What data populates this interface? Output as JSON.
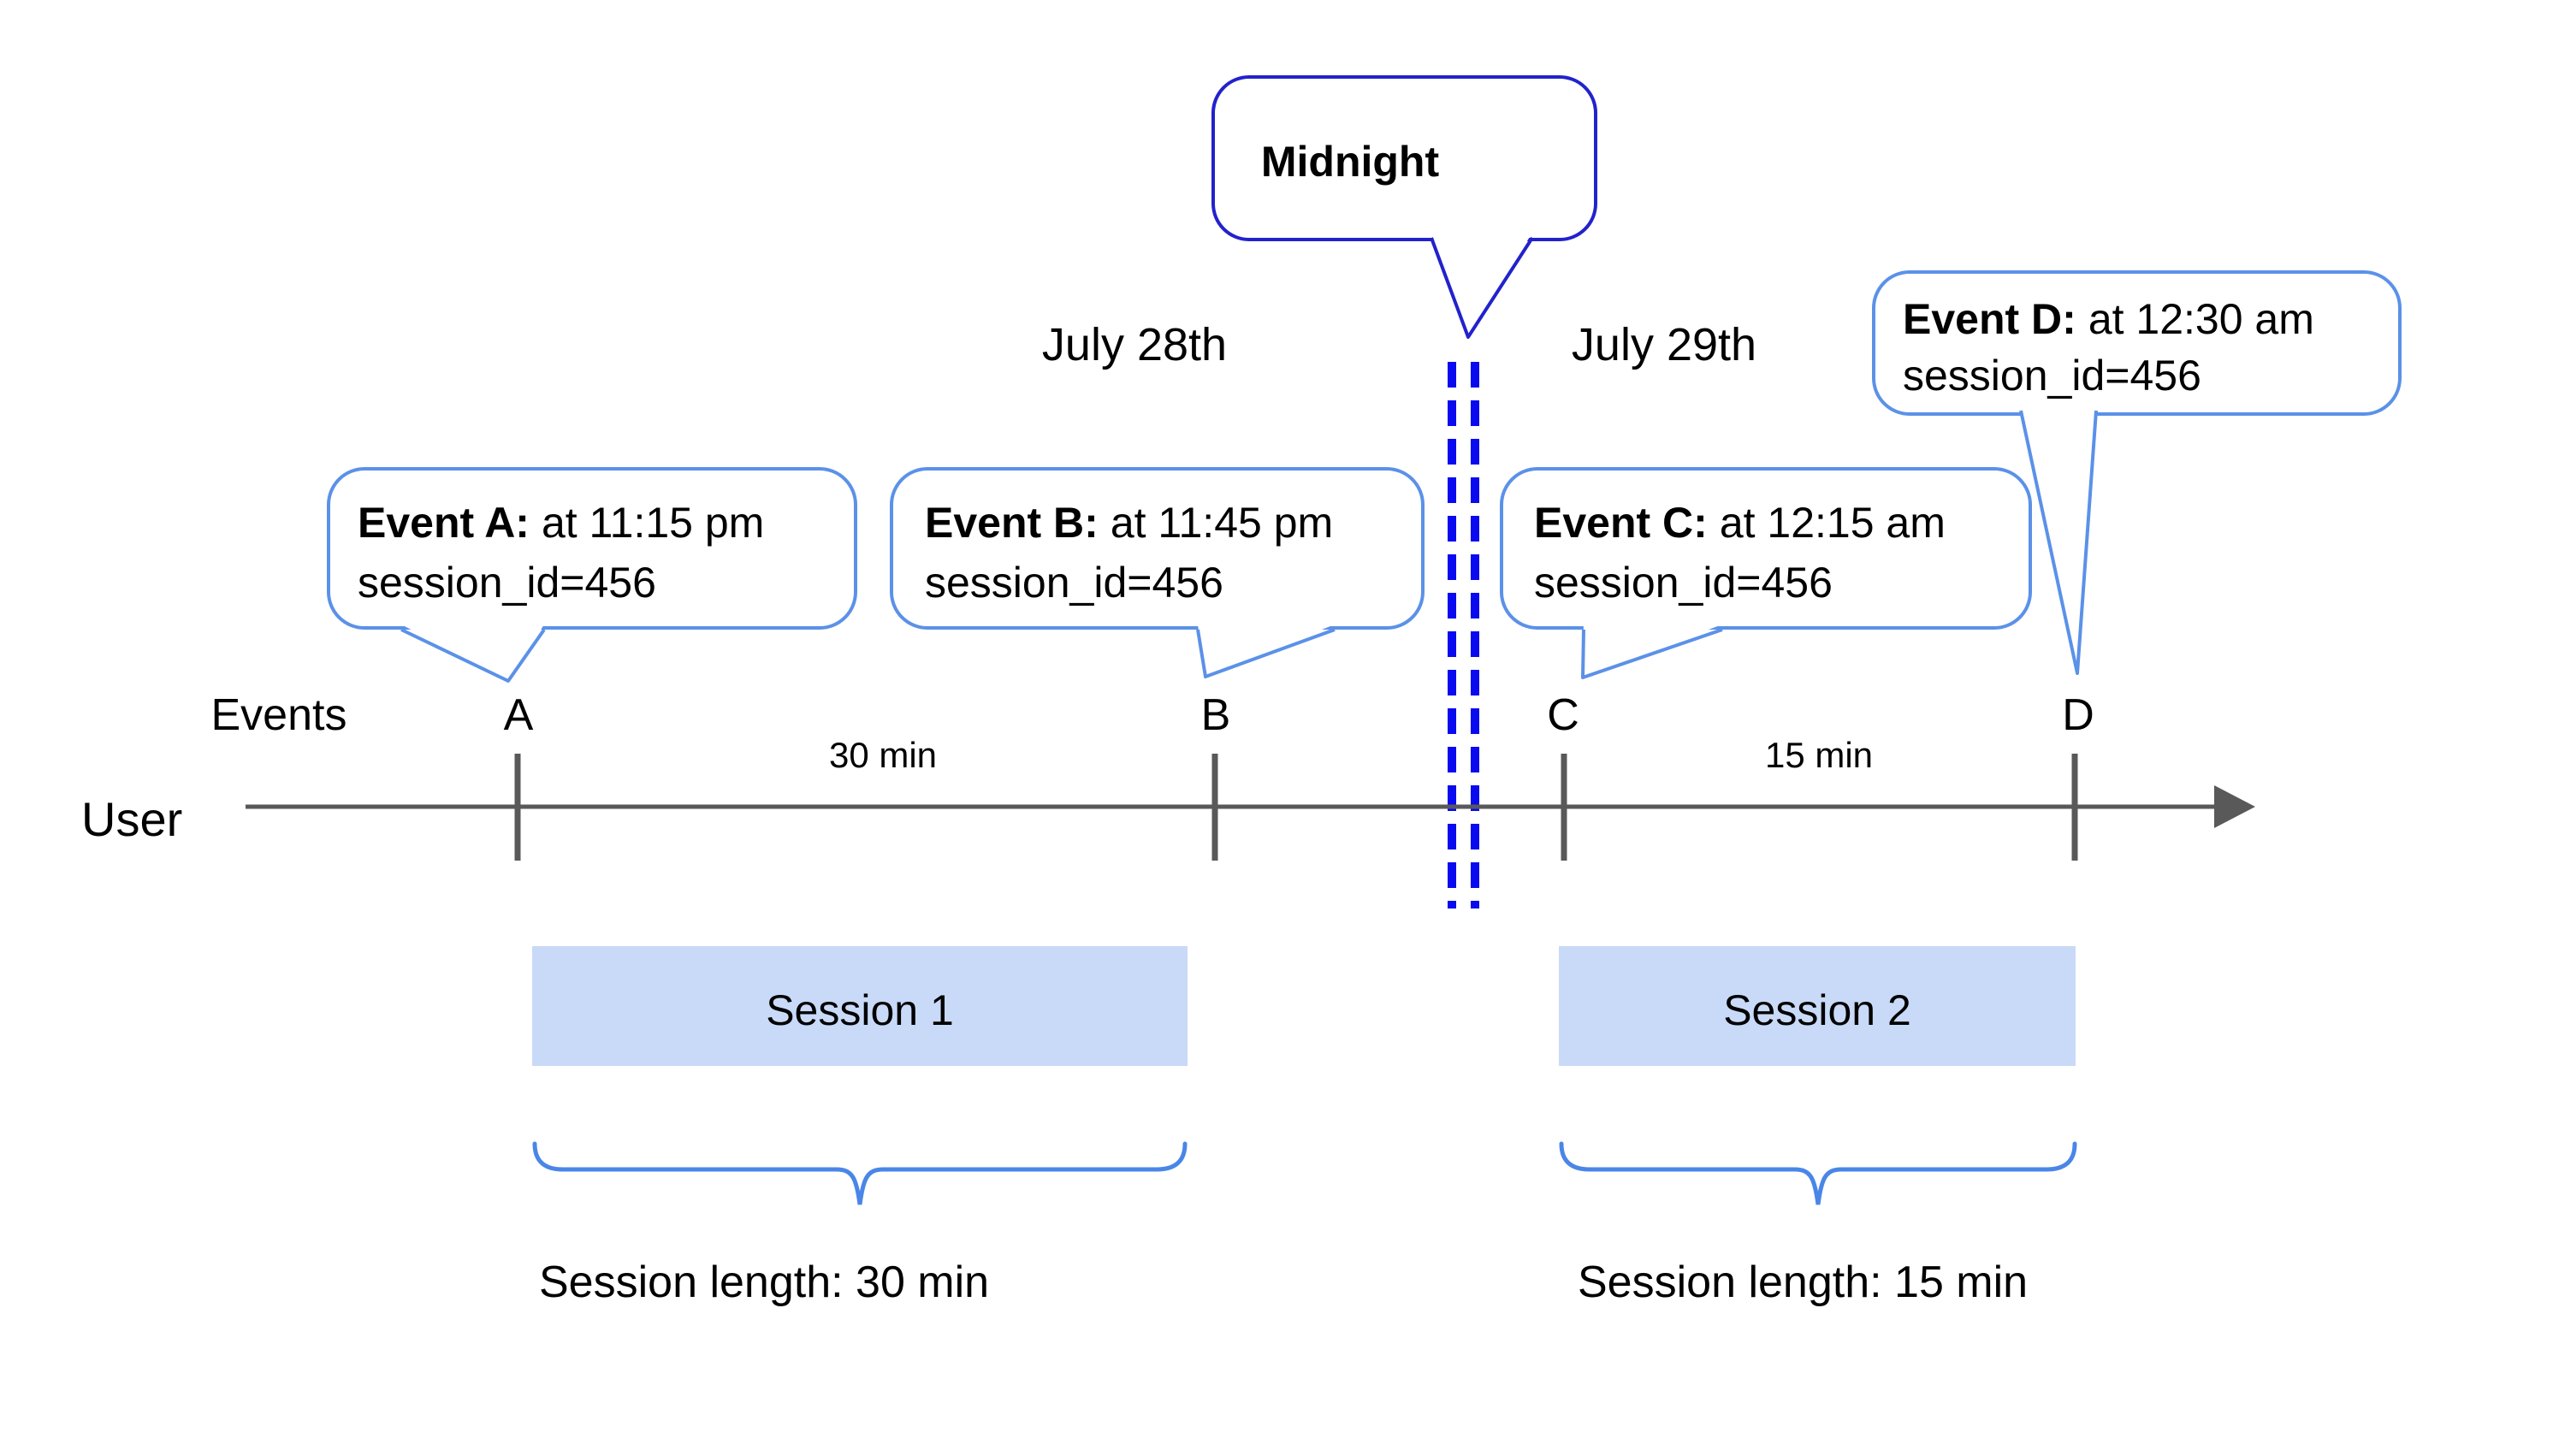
{
  "colors": {
    "timeline": "#595959",
    "event_bubble_border": "#5b91e8",
    "midnight_border": "#2222cc",
    "dash_blue": "#0a0af0",
    "session_fill": "#c9daf8",
    "brace": "#4a86e8",
    "text": "#000000"
  },
  "header": {
    "midnight_label": "Midnight",
    "date_left": "July 28th",
    "date_right": "July 29th"
  },
  "axis": {
    "events_label": "Events",
    "user_label": "User"
  },
  "events": [
    {
      "tick": "A",
      "title": "Event A:",
      "time": "at 11:15 pm",
      "detail": "session_id=456"
    },
    {
      "tick": "B",
      "title": "Event B:",
      "time": "at 11:45 pm",
      "detail": "session_id=456"
    },
    {
      "tick": "C",
      "title": "Event C:",
      "time": "at 12:15 am",
      "detail": "session_id=456"
    },
    {
      "tick": "D",
      "title": "Event D:",
      "time": "at 12:30 am",
      "detail": "session_id=456"
    }
  ],
  "intervals": [
    {
      "label": "30 min"
    },
    {
      "label": "15 min"
    }
  ],
  "sessions": [
    {
      "label": "Session 1",
      "length": "Session length: 30 min"
    },
    {
      "label": "Session 2",
      "length": "Session length: 15 min"
    }
  ]
}
